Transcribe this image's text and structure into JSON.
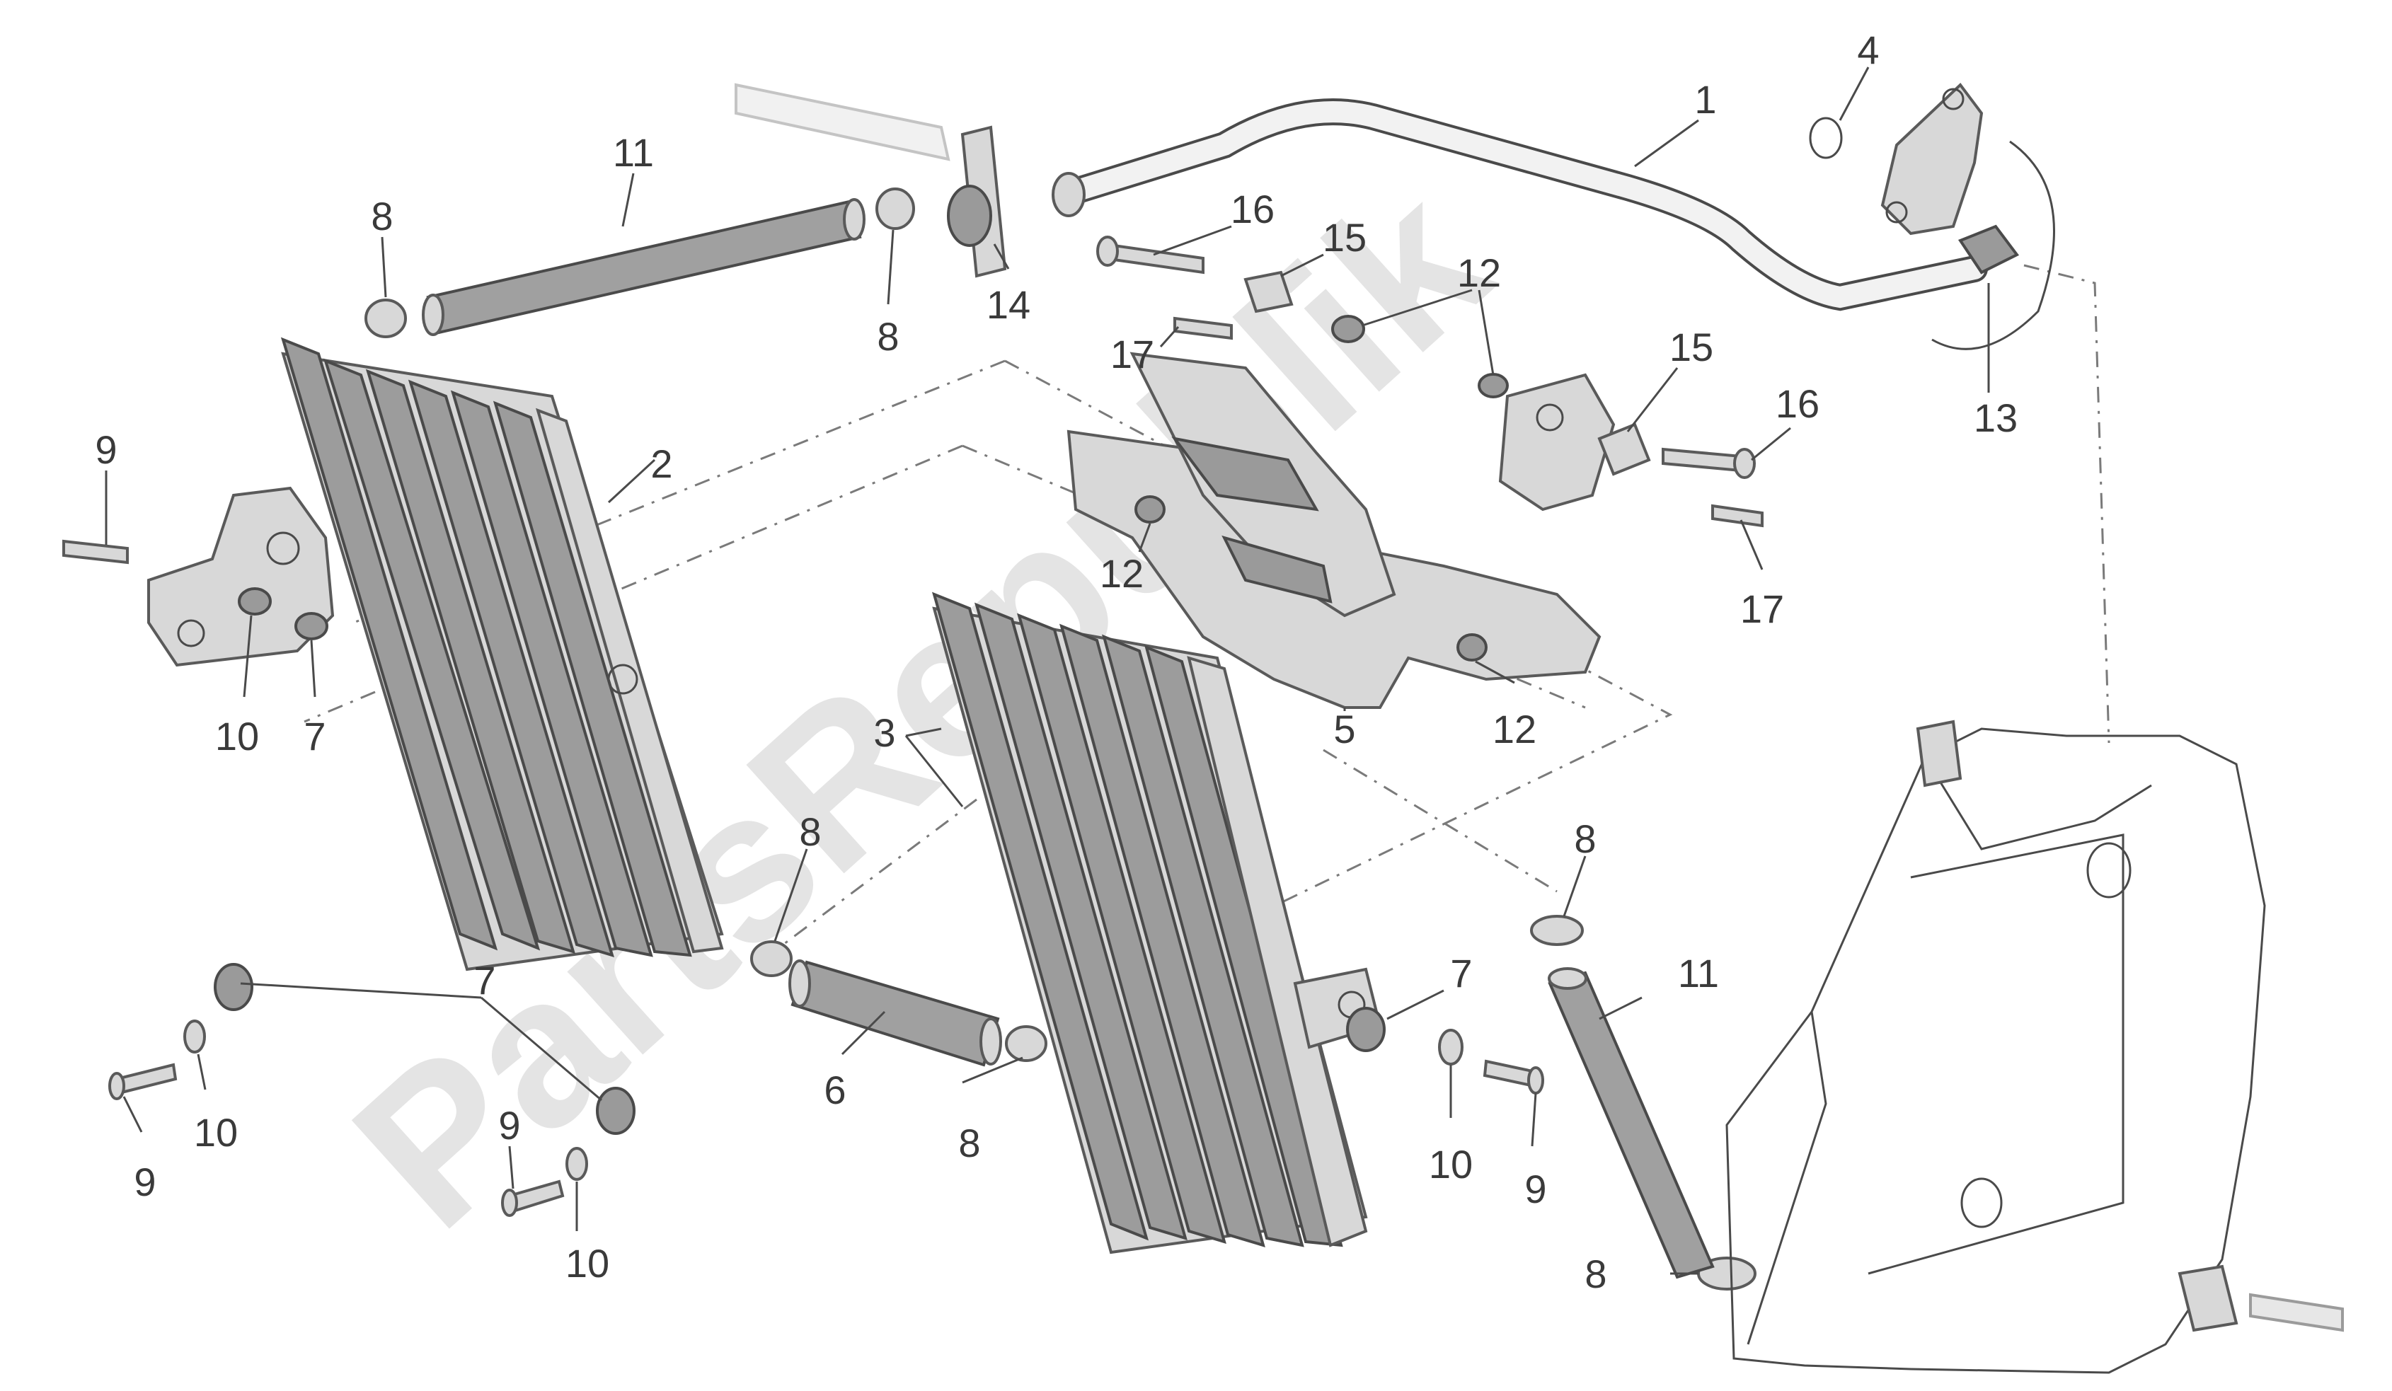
{
  "watermark": "PartsRepublik",
  "callouts": {
    "c1": "1",
    "c2": "2",
    "c3": "3",
    "c4": "4",
    "c5": "5",
    "c6": "6",
    "c7a": "7",
    "c7b": "7",
    "c7c": "7",
    "c8a": "8",
    "c8b": "8",
    "c8c": "8",
    "c8d": "8",
    "c8e": "8",
    "c8f": "8",
    "c9a": "9",
    "c9b": "9",
    "c9c": "9",
    "c9d": "9",
    "c10a": "10",
    "c10b": "10",
    "c10c": "10",
    "c10d": "10",
    "c11a": "11",
    "c11b": "11",
    "c12a": "12",
    "c12b": "12",
    "c12c": "12",
    "c13": "13",
    "c14": "14",
    "c15a": "15",
    "c15b": "15",
    "c16a": "16",
    "c16b": "16",
    "c17a": "17",
    "c17b": "17"
  }
}
